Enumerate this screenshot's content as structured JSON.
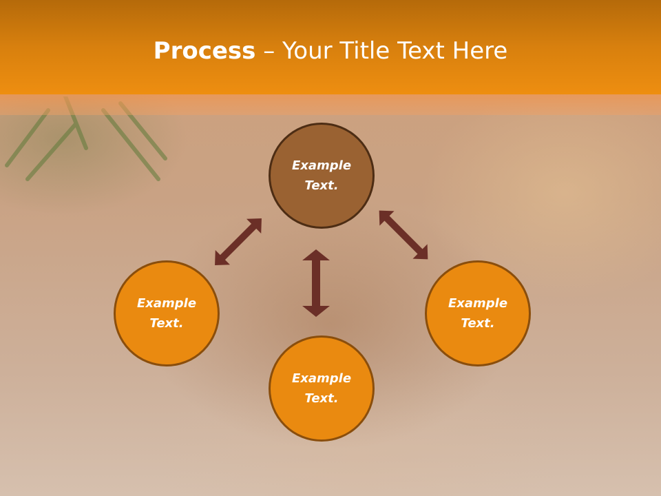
{
  "slide": {
    "title_bold": "Process",
    "title_separator": " – ",
    "title_rest": "Your Title Text Here"
  },
  "nodes": {
    "top": "Example Text.",
    "left": "Example Text.",
    "bottom": "Example Text.",
    "right": "Example Text."
  },
  "colors": {
    "header": "#d8800e",
    "center_node": "#9a6232",
    "outer_node": "#ea8a10",
    "arrow": "#6b2f27"
  }
}
